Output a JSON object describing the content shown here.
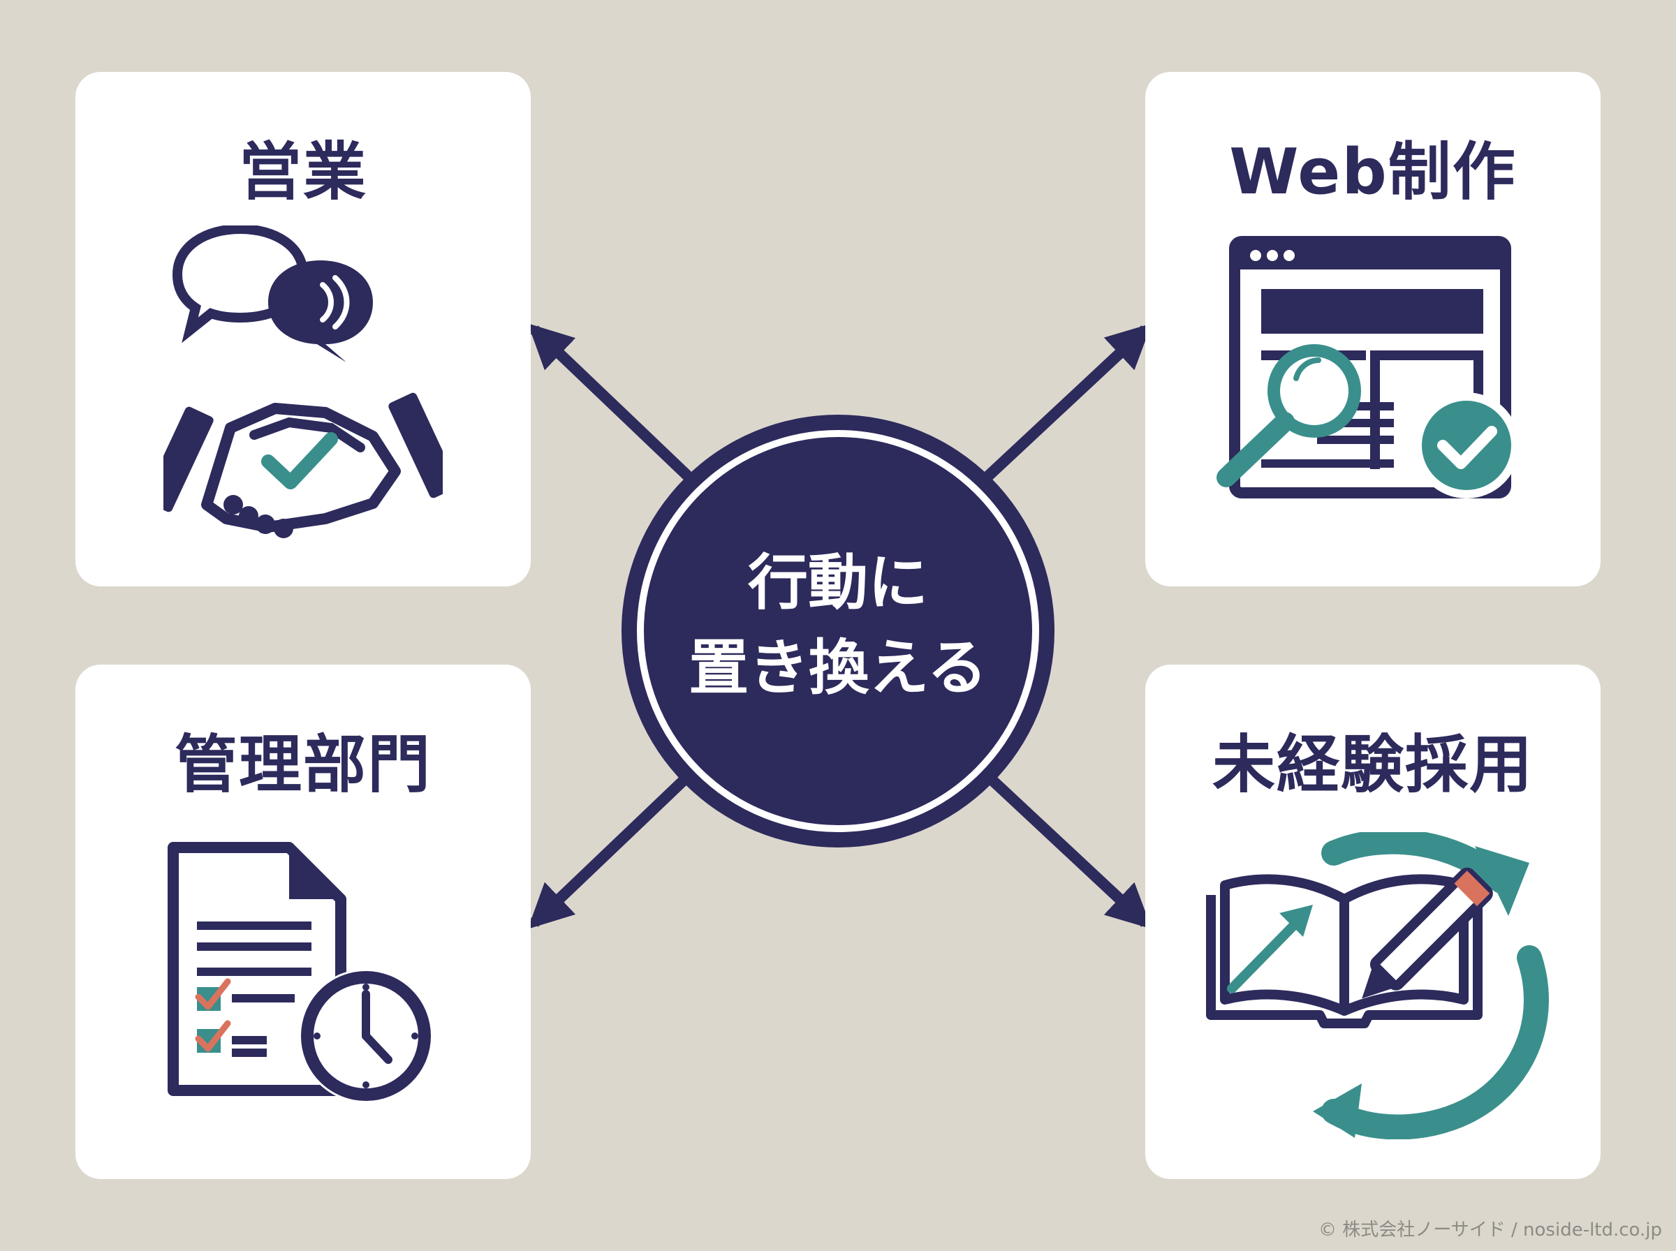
{
  "center": {
    "line1": "行動に",
    "line2": "置き換える"
  },
  "cards": {
    "sales": {
      "title": "営業",
      "icon": "handshake-chat-icon"
    },
    "web": {
      "title": "Web制作",
      "icon": "browser-search-check-icon"
    },
    "admin": {
      "title": "管理部門",
      "icon": "document-checklist-clock-icon"
    },
    "recruit": {
      "title": "未経験採用",
      "icon": "book-cycle-icon"
    }
  },
  "footer": {
    "copyright": "© 株式会社ノーサイド / noside-ltd.co.jp"
  },
  "colors": {
    "background": "#dcd7cd",
    "navy": "#2d2a5c",
    "teal": "#3a8f8c",
    "coral": "#d9735e",
    "card": "#ffffff"
  }
}
